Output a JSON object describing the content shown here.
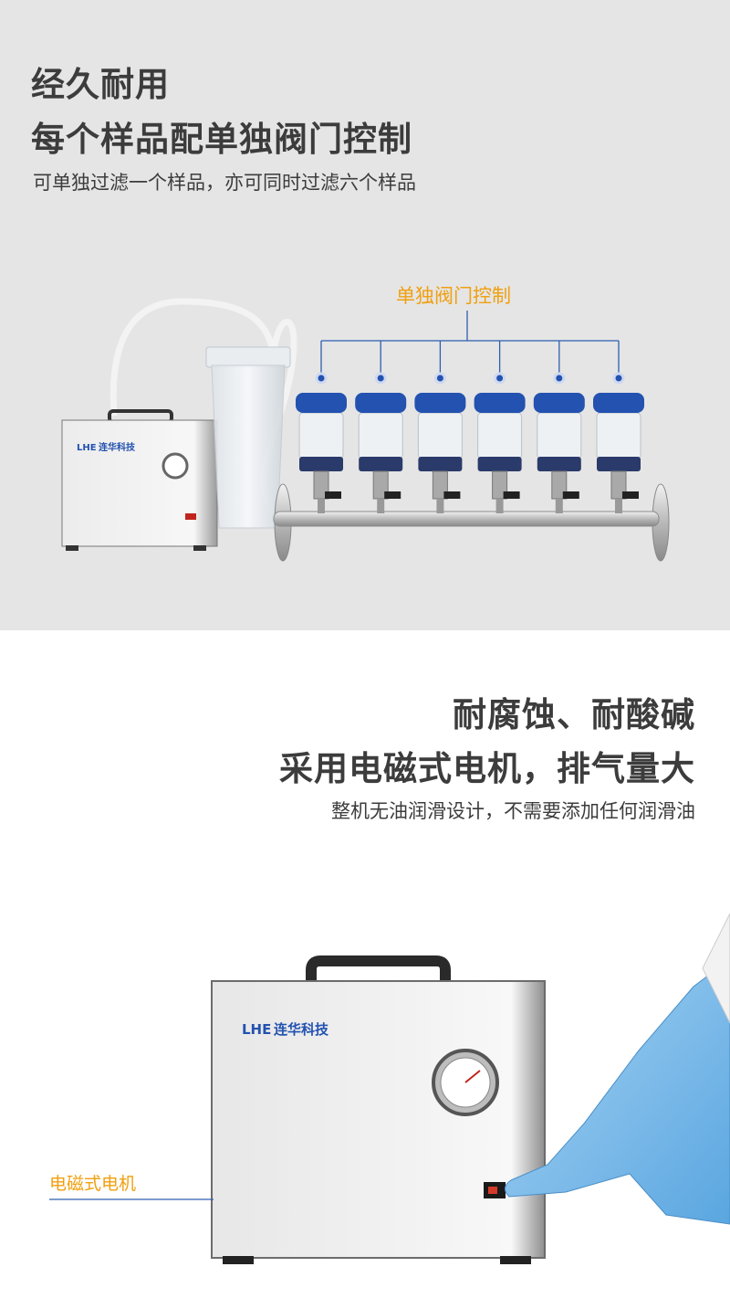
{
  "section1": {
    "title_line1": "经久耐用",
    "title_line2": "每个样品配单独阀门控制",
    "subtitle": "可单独过滤一个样品，亦可同时过滤六个样品",
    "callout": "单独阀门控制",
    "brand_label": "连华科技",
    "valve_count": 6
  },
  "section2": {
    "title_line1": "耐腐蚀、耐酸碱",
    "title_line2": "采用电磁式电机，排气量大",
    "subtitle": "整机无油润滑设计，不需要添加任何润滑油",
    "callout": "电磁式电机",
    "brand_label": "连华科技"
  },
  "colors": {
    "accent_orange": "#f0a010",
    "line_blue": "#2e5fb0",
    "cap_blue": "#2352b0",
    "panel_gray": "#e5e5e5"
  }
}
